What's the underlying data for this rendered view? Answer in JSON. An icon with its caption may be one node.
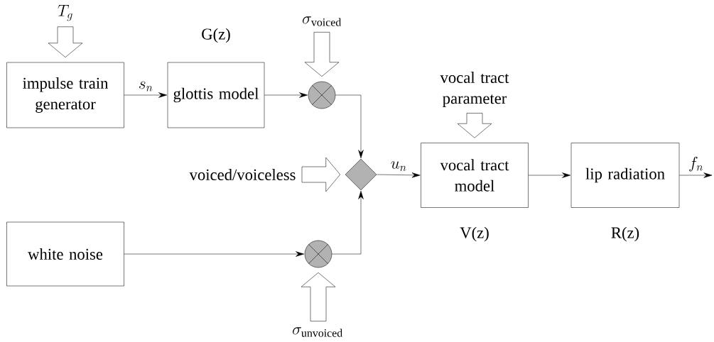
{
  "diagram": {
    "nodes": [
      {
        "text": [
          "T_g"
        ]
      },
      {
        "text": [
          "impulse train generator"
        ]
      },
      {
        "text": [
          "glottis model"
        ],
        "beside": [
          "G(z)"
        ]
      },
      {
        "text": [
          "\\sigma_{\\mathrm{voiced}}"
        ]
      },
      {
        "text": [],
        "shape": "circle"
      },
      {
        "text": [
          "voiced/voiceless"
        ]
      },
      {
        "text": [],
        "shape": "diamond"
      },
      {
        "text": [
          "white noise"
        ]
      },
      {
        "text": [],
        "shape": "circle"
      },
      {
        "text": [
          "\\sigma_{\\mathrm{unvoiced}}"
        ]
      },
      {
        "text": [
          "vocal tract parameter"
        ]
      },
      {
        "text": [
          "vocal tract model"
        ],
        "beside": [
          "V(z)"
        ]
      },
      {
        "text": [
          "lip radiation"
        ],
        "beside": [
          "R(z)"
        ]
      }
    ],
    "edges": [
      {
        "from": 0,
        "to": 1,
        "arrow": "to",
        "style": "thick"
      },
      {
        "from": 1,
        "to": 2,
        "arrow": "to",
        "label": "s_n"
      },
      {
        "from": 2,
        "to": 4,
        "arrow": "to"
      },
      {
        "from": 3,
        "to": 4,
        "arrow": "to",
        "style": "thick"
      },
      {
        "from": 4,
        "to": 6,
        "arrow": "to"
      },
      {
        "from": 5,
        "to": 6,
        "arrow": "to",
        "style": "thick"
      },
      {
        "from": 7,
        "to": 8,
        "arrow": "to"
      },
      {
        "from": 8,
        "to": 6,
        "arrow": "to"
      },
      {
        "from": 9,
        "to": 8,
        "arrow": "to",
        "style": "thick"
      },
      {
        "from": 6,
        "to": 11,
        "arrow": "to",
        "label": "u_n"
      },
      {
        "from": 10,
        "to": 11,
        "arrow": "to",
        "style": "thick"
      },
      {
        "from": 11,
        "to": 12,
        "arrow": "to"
      },
      {
        "from": 12,
        "to": null,
        "arrow": "to",
        "label": "f_n"
      }
    ]
  }
}
